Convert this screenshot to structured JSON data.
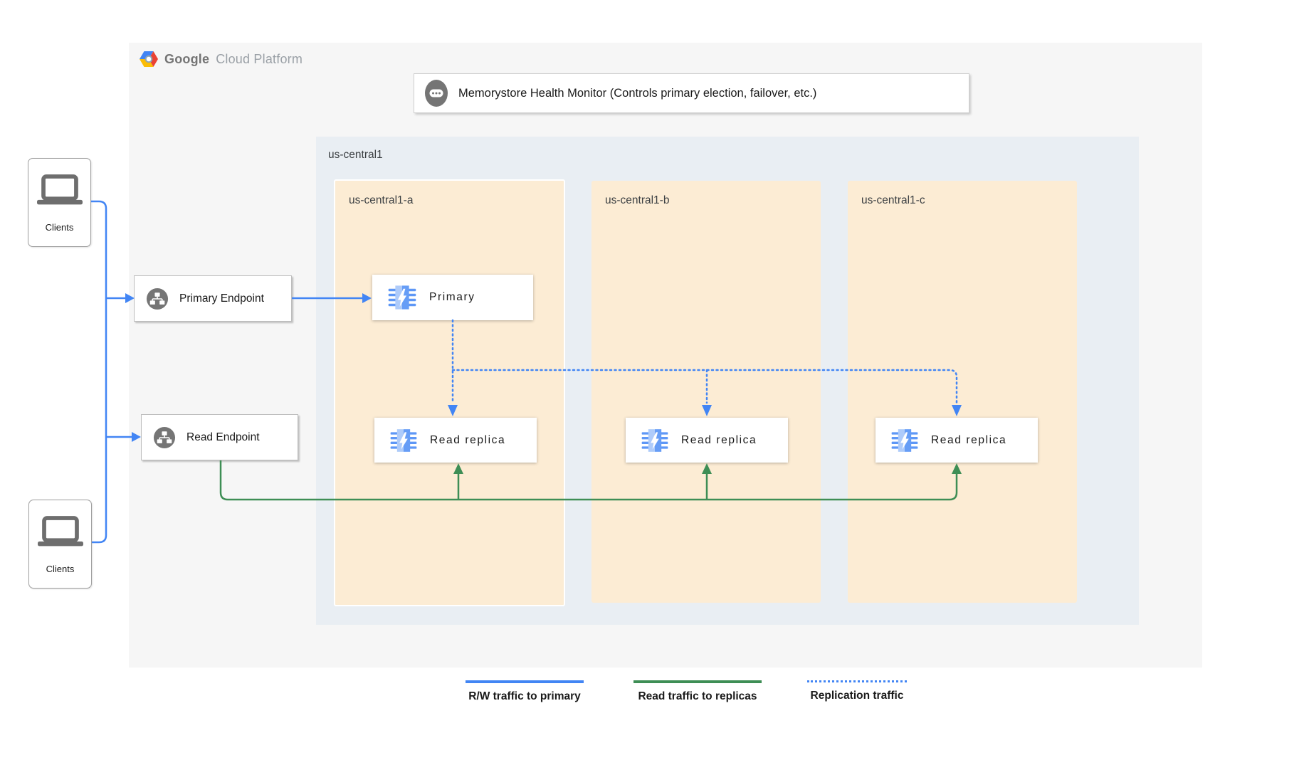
{
  "colors": {
    "blue": "#4285f4",
    "green": "#3e8e55",
    "panel-bg": "#f6f6f6",
    "region-bg": "#e9eef3",
    "zone-bg": "#fcecd4",
    "icon-gray": "#757575",
    "ms-light": "#aecbfa",
    "ms-mid": "#669df6",
    "ms-pin": "#5e97f6"
  },
  "logo": {
    "brand": "Google",
    "product": "Cloud Platform"
  },
  "health_monitor": {
    "label": "Memorystore Health Monitor (Controls primary election, failover, etc.)"
  },
  "region": {
    "label": "us-central1"
  },
  "zones": [
    {
      "label": "us-central1-a"
    },
    {
      "label": "us-central1-b"
    },
    {
      "label": "us-central1-c"
    }
  ],
  "nodes": {
    "primary": {
      "label": "Primary"
    },
    "replica_a": {
      "label": "Read replica"
    },
    "replica_b": {
      "label": "Read replica"
    },
    "replica_c": {
      "label": "Read replica"
    }
  },
  "endpoints": {
    "primary": {
      "label": "Primary Endpoint"
    },
    "read": {
      "label": "Read Endpoint"
    }
  },
  "clients": {
    "top": {
      "label": "Clients"
    },
    "bottom": {
      "label": "Clients"
    }
  },
  "legend": {
    "rw": {
      "label": "R/W traffic to primary"
    },
    "read": {
      "label": "Read traffic to replicas"
    },
    "replication": {
      "label": "Replication traffic"
    }
  }
}
